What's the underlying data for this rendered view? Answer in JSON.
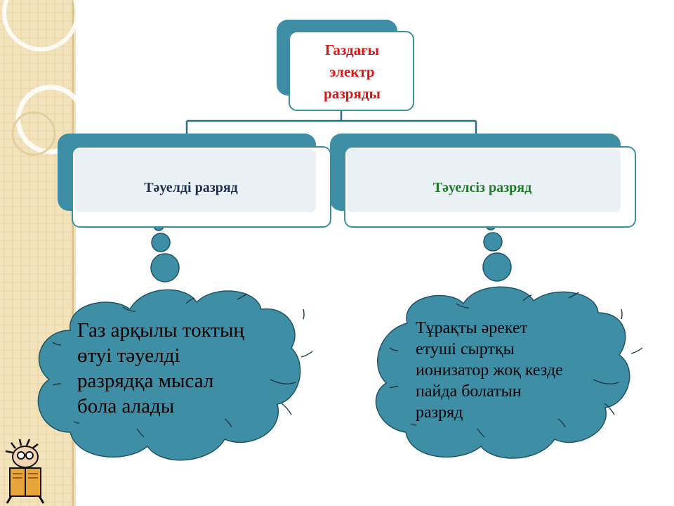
{
  "diagram": {
    "root": {
      "label_lines": [
        "Газдағы",
        "электр",
        "разряды"
      ],
      "color": "#e11414"
    },
    "left_branch": {
      "label": "Тәуелді разряд",
      "color": "#1f2e4d"
    },
    "right_branch": {
      "label": "Тәуелсіз разряд",
      "color": "#1f7a28"
    },
    "left_cloud": {
      "text_lines": [
        "Газ арқылы токтың",
        "өтуі тәуелді",
        "разрядқа мысал",
        "бола алады"
      ]
    },
    "right_cloud": {
      "text_lines": [
        "Тұрақты әрекет",
        "етуші сыртқы",
        "ионизатор жоқ кезде",
        "пайда болатын",
        "разряд"
      ]
    }
  },
  "colors": {
    "accent": "#3d8ea5",
    "cloud_fill": "#3e8ea6",
    "strip_bg": "#f4e6c3"
  },
  "icons": {
    "reader": "reading-person-icon"
  }
}
